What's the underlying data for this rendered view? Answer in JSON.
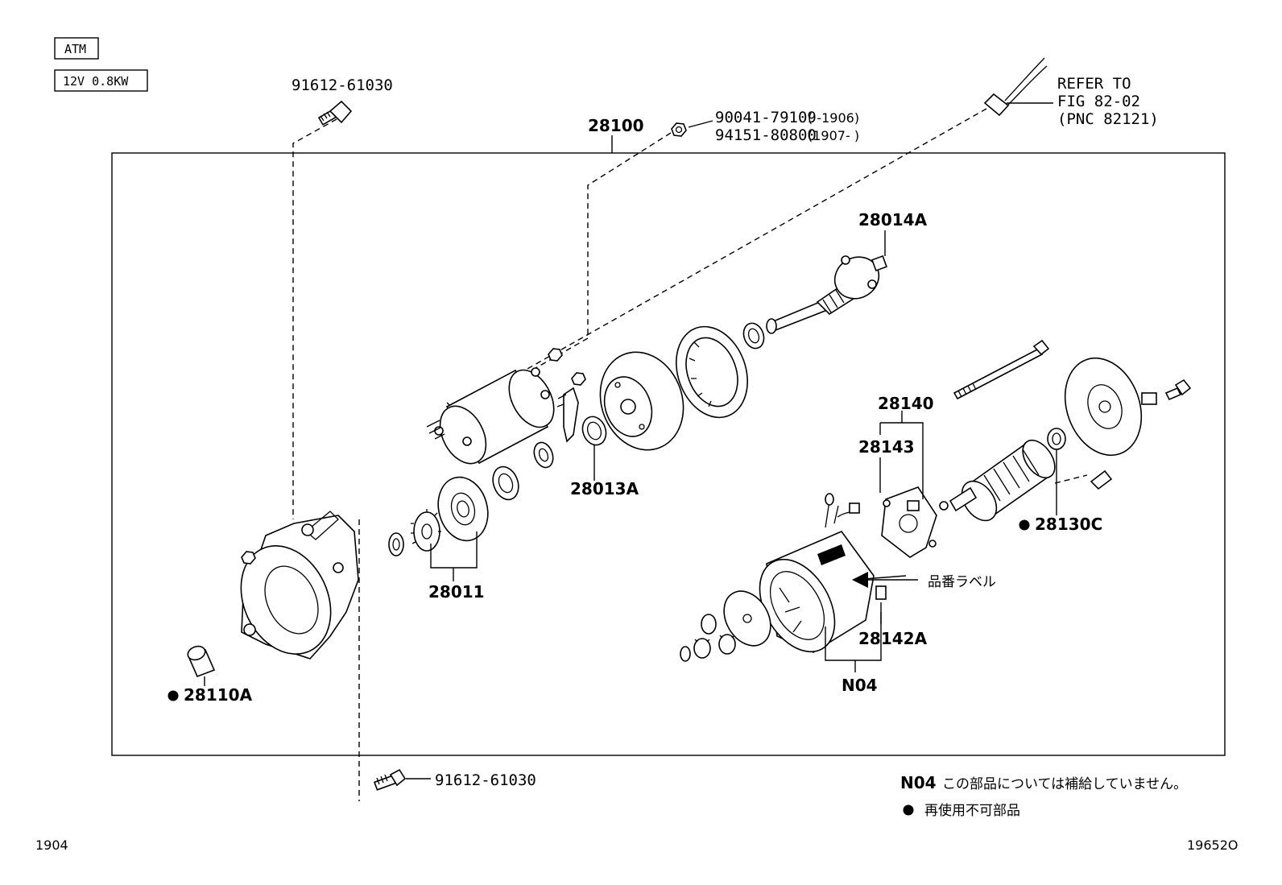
{
  "header": {
    "spec_box_1": "ATM",
    "spec_box_2": "12V 0.8KW"
  },
  "assembly_label": "28100",
  "parts": {
    "bolt_top": "91612-61030",
    "bolt_bottom": "91612-61030",
    "nut_line_1_code": "90041-79109",
    "nut_line_1_range": "(     -1906)",
    "nut_line_2_code": "94151-80800",
    "nut_line_2_range": "(1907-     )",
    "refer_line_1": "REFER TO",
    "refer_line_2": "FIG 82-02",
    "refer_line_3": "(PNC 82121)",
    "p28014A": "28014A",
    "p28140": "28140",
    "p28143": "28143",
    "p28013A": "28013A",
    "p28130C": "28130C",
    "p28011": "28011",
    "p28142A": "28142A",
    "pN04": "N04",
    "p28110A": "28110A",
    "part_number_label": "品番ラベル"
  },
  "legend": {
    "n04_code": "N04",
    "n04_text": "この部品については補給していません。",
    "dot_text": "再使用不可部品"
  },
  "footer": {
    "left_code": "1904",
    "right_code": "19652O"
  }
}
